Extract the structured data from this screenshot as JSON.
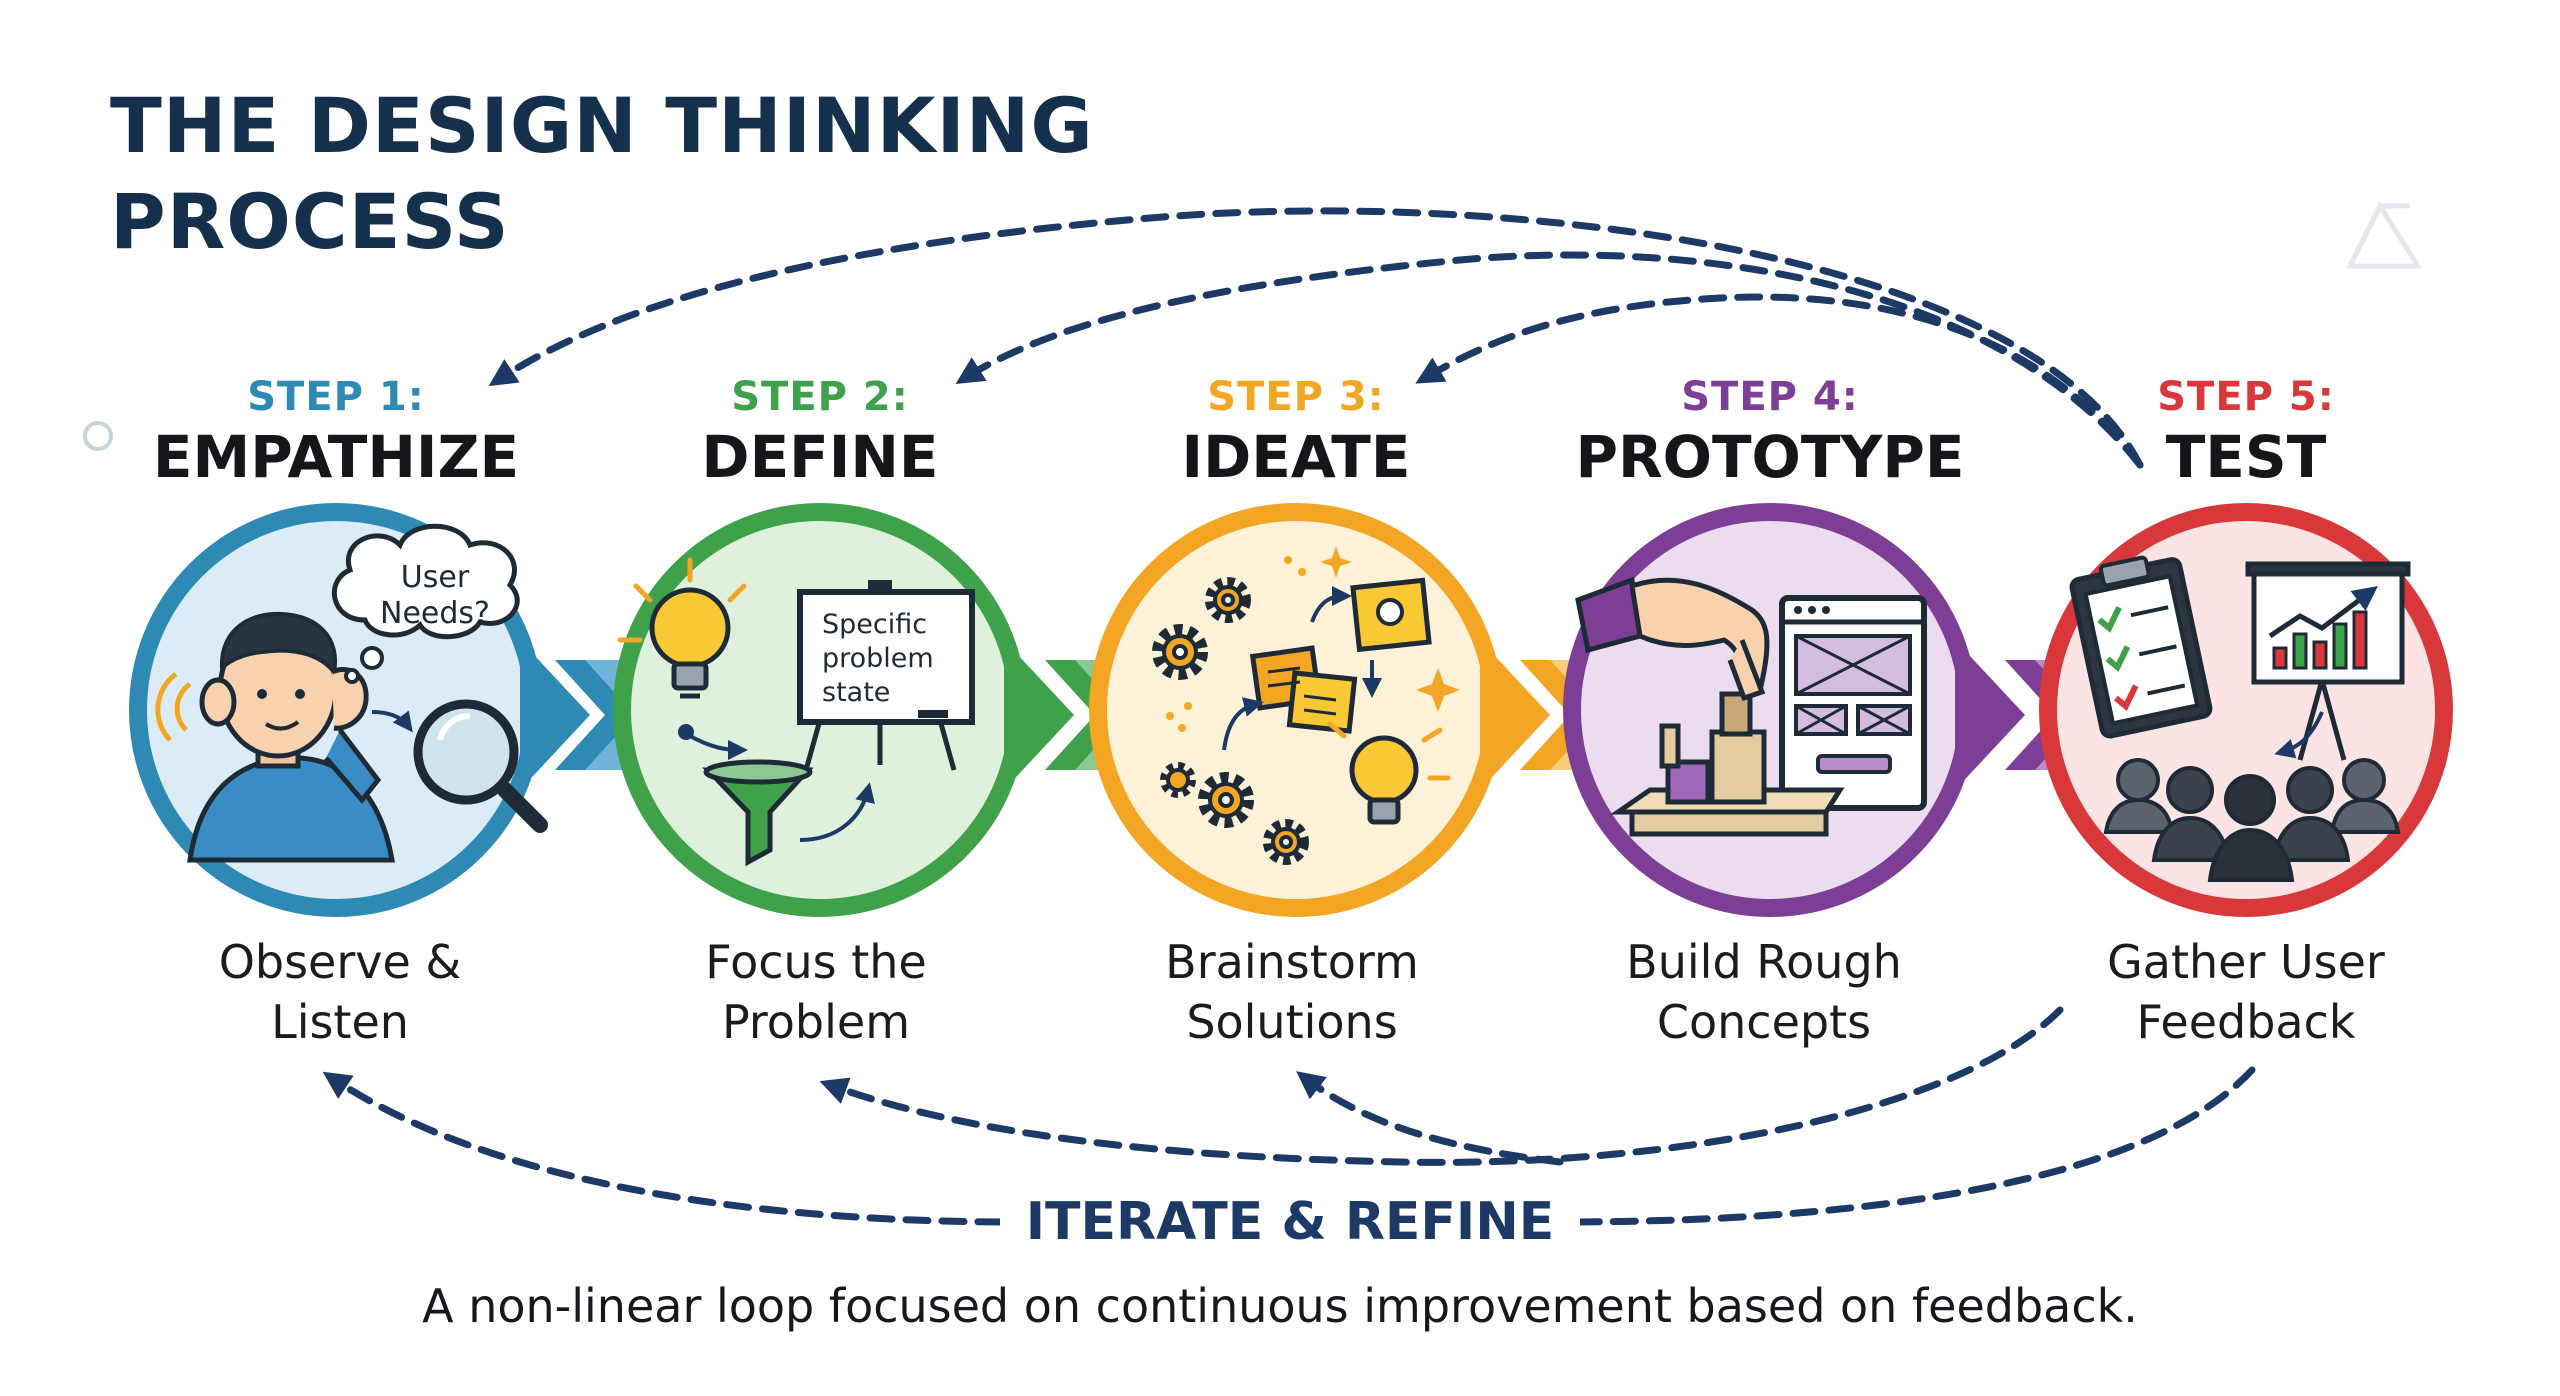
{
  "title": {
    "line1": "THE DESIGN THINKING",
    "line2": "PROCESS"
  },
  "steps": [
    {
      "label": "STEP 1:",
      "name": "EMPATHIZE",
      "desc1": "Observe &",
      "desc2": "Listen",
      "color": "#2e8ab5",
      "fill": "#dcecf6"
    },
    {
      "label": "STEP 2:",
      "name": "DEFINE",
      "desc1": "Focus the",
      "desc2": "Problem",
      "color": "#3fa14a",
      "fill": "#dff0dc"
    },
    {
      "label": "STEP 3:",
      "name": "IDEATE",
      "desc1": "Brainstorm",
      "desc2": "Solutions",
      "color": "#f2a623",
      "fill": "#fdf1d8"
    },
    {
      "label": "STEP 4:",
      "name": "PROTOTYPE",
      "desc1": "Build Rough",
      "desc2": "Concepts",
      "color": "#7d3e96",
      "fill": "#ecdcf0"
    },
    {
      "label": "STEP 5:",
      "name": "TEST",
      "desc1": "Gather User",
      "desc2": "Feedback",
      "color": "#d9383a",
      "fill": "#fbe4e3"
    }
  ],
  "illustrations": {
    "empathize_bubble1": "User",
    "empathize_bubble2": "Needs?",
    "define_board1": "Specific",
    "define_board2": "problem",
    "define_board3": "state"
  },
  "iterate_label": "ITERATE & REFINE",
  "tagline": "A non-linear loop focused on continuous improvement based on feedback.",
  "colors": {
    "title": "#15304d",
    "loop": "#1d3a66"
  },
  "icons": [
    "listening-person-icon",
    "thought-bubble-icon",
    "magnifier-icon",
    "lightbulb-icon",
    "funnel-icon",
    "whiteboard-icon",
    "gear-icon",
    "sticky-note-icon",
    "hand-icon",
    "wireframe-icon",
    "blocks-icon",
    "clipboard-checklist-icon",
    "bar-chart-icon",
    "audience-icon",
    "chevron-right-icon",
    "dashed-arrow-icon"
  ]
}
